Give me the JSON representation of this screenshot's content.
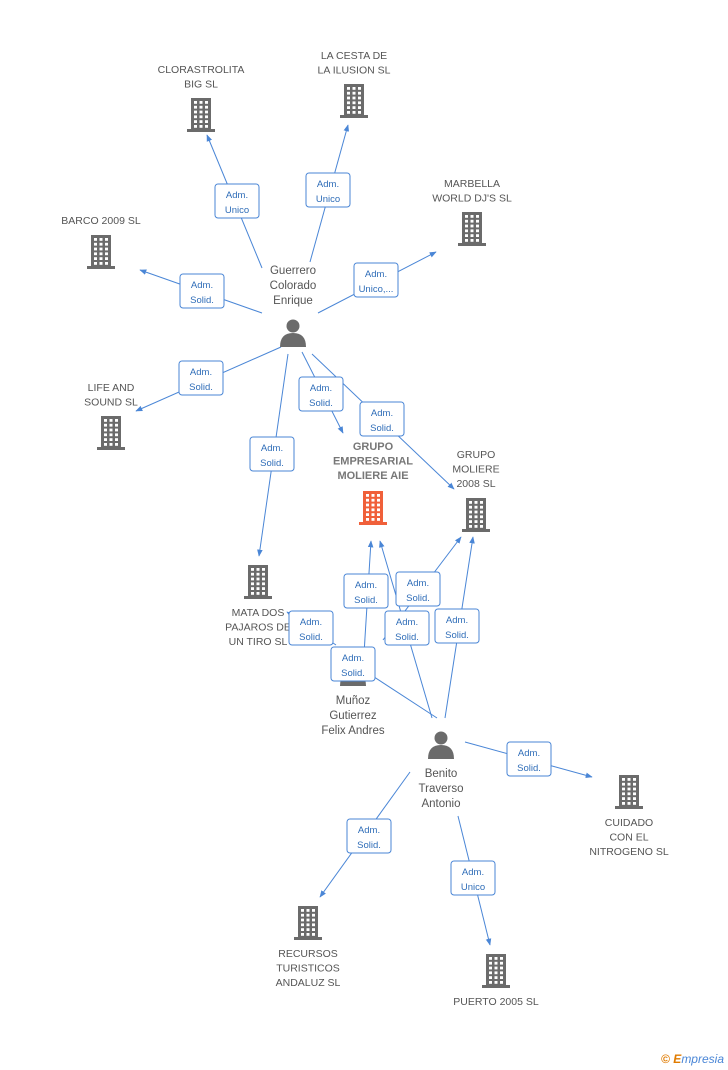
{
  "colors": {
    "edge": "#4a86d6",
    "building": "#6b6b6b",
    "building_main": "#f0603a",
    "person": "#6b6b6b"
  },
  "nodes": [
    {
      "id": "clorastrolita",
      "kind": "company",
      "lines": [
        "CLORASTROLITA",
        "BIG SL"
      ]
    },
    {
      "id": "cesta",
      "kind": "company",
      "lines": [
        "LA CESTA DE",
        "LA ILUSION SL"
      ]
    },
    {
      "id": "marbella",
      "kind": "company",
      "lines": [
        "MARBELLA",
        "WORLD DJ'S  SL"
      ]
    },
    {
      "id": "barco",
      "kind": "company",
      "lines": [
        "BARCO 2009 SL"
      ]
    },
    {
      "id": "life",
      "kind": "company",
      "lines": [
        "LIFE AND",
        "SOUND  SL"
      ]
    },
    {
      "id": "grupo_aie",
      "kind": "company_main",
      "lines": [
        "GRUPO",
        "EMPRESARIAL",
        "MOLIERE AIE"
      ]
    },
    {
      "id": "grupo2008",
      "kind": "company",
      "lines": [
        "GRUPO",
        "MOLIERE",
        "2008 SL"
      ]
    },
    {
      "id": "mata",
      "kind": "company",
      "lines": [
        "MATA DOS",
        "PAJAROS DE",
        "UN TIRO SL"
      ]
    },
    {
      "id": "cuidado",
      "kind": "company",
      "lines": [
        "CUIDADO",
        "CON EL",
        "NITROGENO SL"
      ]
    },
    {
      "id": "recursos",
      "kind": "company",
      "lines": [
        "RECURSOS",
        "TURISTICOS",
        "ANDALUZ SL"
      ]
    },
    {
      "id": "puerto",
      "kind": "company",
      "lines": [
        "PUERTO 2005 SL"
      ]
    },
    {
      "id": "guerrero",
      "kind": "person",
      "lines": [
        "Guerrero",
        "Colorado",
        "Enrique"
      ]
    },
    {
      "id": "munoz",
      "kind": "person",
      "lines": [
        "Muñoz",
        "Gutierrez",
        "Felix Andres"
      ]
    },
    {
      "id": "benito",
      "kind": "person",
      "lines": [
        "Benito",
        "Traverso",
        "Antonio"
      ]
    }
  ],
  "edges": [
    {
      "from": "guerrero",
      "to": "clorastrolita",
      "label": [
        "Adm.",
        "Unico"
      ]
    },
    {
      "from": "guerrero",
      "to": "cesta",
      "label": [
        "Adm.",
        "Unico"
      ]
    },
    {
      "from": "guerrero",
      "to": "marbella",
      "label": [
        "Adm.",
        "Unico,..."
      ]
    },
    {
      "from": "guerrero",
      "to": "barco",
      "label": [
        "Adm.",
        "Solid."
      ]
    },
    {
      "from": "guerrero",
      "to": "life",
      "label": [
        "Adm.",
        "Solid."
      ]
    },
    {
      "from": "guerrero",
      "to": "grupo_aie",
      "label": [
        "Adm.",
        "Solid."
      ]
    },
    {
      "from": "guerrero",
      "to": "grupo2008",
      "label": [
        "Adm.",
        "Solid."
      ]
    },
    {
      "from": "guerrero",
      "to": "mata",
      "label": [
        "Adm.",
        "Solid."
      ]
    },
    {
      "from": "munoz",
      "to": "grupo_aie",
      "label": [
        "Adm.",
        "Solid."
      ]
    },
    {
      "from": "munoz",
      "to": "grupo2008",
      "label": [
        "Adm.",
        "Solid."
      ]
    },
    {
      "from": "munoz",
      "to": "mata",
      "label": [
        "Adm.",
        "Solid."
      ]
    },
    {
      "from": "benito",
      "to": "grupo_aie",
      "label": [
        "Adm.",
        "Solid."
      ]
    },
    {
      "from": "benito",
      "to": "grupo2008",
      "label": [
        "Adm.",
        "Solid."
      ]
    },
    {
      "from": "benito",
      "to": "mata",
      "label": [
        "Adm.",
        "Solid."
      ]
    },
    {
      "from": "benito",
      "to": "cuidado",
      "label": [
        "Adm.",
        "Solid."
      ]
    },
    {
      "from": "benito",
      "to": "recursos",
      "label": [
        "Adm.",
        "Solid."
      ]
    },
    {
      "from": "benito",
      "to": "puerto",
      "label": [
        "Adm.",
        "Unico"
      ]
    }
  ],
  "watermark": {
    "symbol": "©",
    "brand_first": "E",
    "brand_rest": "mpresia"
  }
}
